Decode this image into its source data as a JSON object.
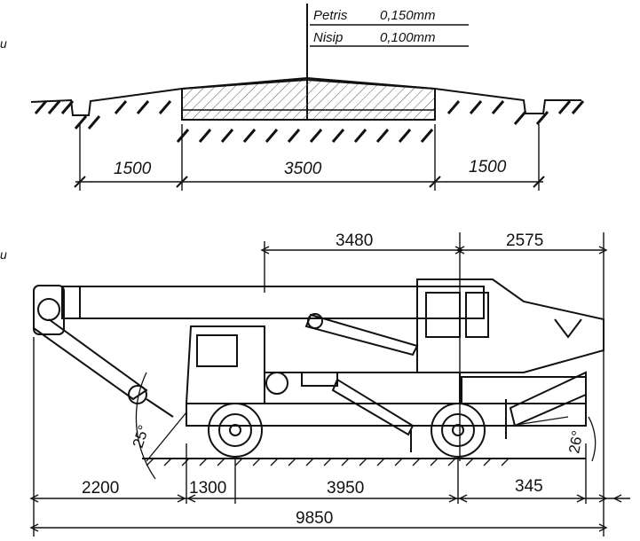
{
  "road_section": {
    "layer_labels": [
      "Petris",
      "Nisip"
    ],
    "layer_thickness": [
      "0,150mm",
      "0,100mm"
    ],
    "dims": [
      "1500",
      "3500",
      "1500"
    ]
  },
  "crane": {
    "dims_top": [
      "3480",
      "2575"
    ],
    "dims_bottom": [
      "2200",
      "1300",
      "3950",
      "345"
    ],
    "overall_length": "9850",
    "angles": [
      "25°",
      "26°"
    ]
  },
  "margin_marks": [
    "u",
    "u"
  ]
}
